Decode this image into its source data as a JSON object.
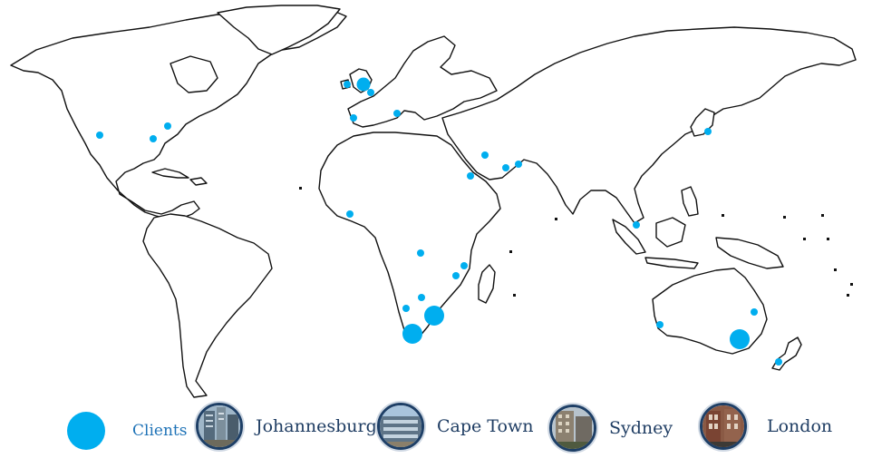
{
  "legend": {
    "clients_label": "Clients",
    "offices": [
      {
        "label": "Johannesburg",
        "photo": "office-building-photo"
      },
      {
        "label": "Cape Town",
        "photo": "office-building-photo"
      },
      {
        "label": "Sydney",
        "photo": "office-building-photo"
      },
      {
        "label": "London",
        "photo": "office-building-photo"
      }
    ]
  },
  "colors": {
    "client_dot": "#00aeef",
    "land_fill": "#ffffff",
    "coast_stroke": "#111111",
    "label_text": "#1f3d63",
    "photo_ring": "#1e3f66"
  },
  "map": {
    "client_locations": [
      {
        "place": "Vancouver/Seattle area",
        "size": "small"
      },
      {
        "place": "Toronto area",
        "size": "small"
      },
      {
        "place": "Atlanta area",
        "size": "small"
      },
      {
        "place": "Ireland",
        "size": "small"
      },
      {
        "place": "London",
        "size": "large"
      },
      {
        "place": "Belgium",
        "size": "small"
      },
      {
        "place": "Spain",
        "size": "small"
      },
      {
        "place": "Italy",
        "size": "small"
      },
      {
        "place": "Qatar/Dubai",
        "size": "small"
      },
      {
        "place": "Kuwait",
        "size": "small"
      },
      {
        "place": "Saudi Arabia",
        "size": "small"
      },
      {
        "place": "Oman",
        "size": "small"
      },
      {
        "place": "Nigeria",
        "size": "small"
      },
      {
        "place": "DR Congo",
        "size": "small"
      },
      {
        "place": "Tanzania",
        "size": "small"
      },
      {
        "place": "Mozambique",
        "size": "small"
      },
      {
        "place": "Zimbabwe",
        "size": "small"
      },
      {
        "place": "Namibia",
        "size": "small"
      },
      {
        "place": "Johannesburg",
        "size": "large"
      },
      {
        "place": "Cape Town",
        "size": "large"
      },
      {
        "place": "Japan",
        "size": "small"
      },
      {
        "place": "Singapore",
        "size": "small"
      },
      {
        "place": "Perth",
        "size": "small"
      },
      {
        "place": "Brisbane",
        "size": "small"
      },
      {
        "place": "Sydney",
        "size": "large"
      },
      {
        "place": "New Zealand",
        "size": "small"
      }
    ]
  }
}
